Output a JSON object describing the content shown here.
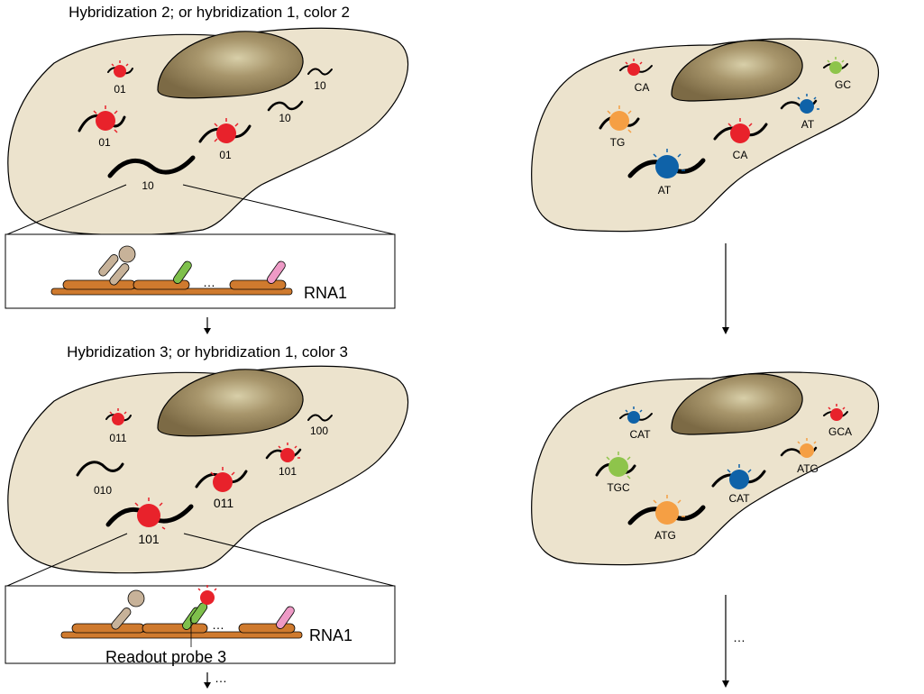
{
  "panels": {
    "left_top": {
      "title": "Hybridization 2; or hybridization 1, color 2",
      "spots": {
        "a": "01",
        "b": "10",
        "c": "01",
        "d": "10",
        "e": "01",
        "f": "10"
      }
    },
    "left_top_inset": {
      "ellipsis": "…",
      "rna_label": "RNA1"
    },
    "left_bottom": {
      "title": "Hybridization 3; or hybridization 1, color 3",
      "spots": {
        "a": "011",
        "b": "100",
        "c": "101",
        "d": "010",
        "e": "011",
        "f": "101"
      }
    },
    "left_bottom_inset": {
      "ellipsis": "…",
      "rna_label": "RNA1",
      "probe_label": "Readout probe 3"
    },
    "bottom_arrow_dots": "…",
    "right_top": {
      "spots": {
        "a": "CA",
        "b": "GC",
        "c": "AT",
        "d": "TG",
        "e": "CA",
        "f": "AT"
      }
    },
    "right_bottom": {
      "spots": {
        "a": "CAT",
        "b": "GCA",
        "c": "ATG",
        "d": "TGC",
        "e": "CAT",
        "f": "ATG"
      }
    },
    "right_arrow_dots": "…"
  },
  "colors": {
    "cell": "#ece3cd",
    "nucleus": "#9c8a63",
    "red": "#e8222b",
    "blue": "#0f62a8",
    "orange": "#f59f44",
    "green": "#8ec44b",
    "rna_bar": "#cf7a2e",
    "probe_tan": "#c7b299",
    "probe_green": "#7fc04c",
    "probe_pink": "#ee9ac6"
  }
}
